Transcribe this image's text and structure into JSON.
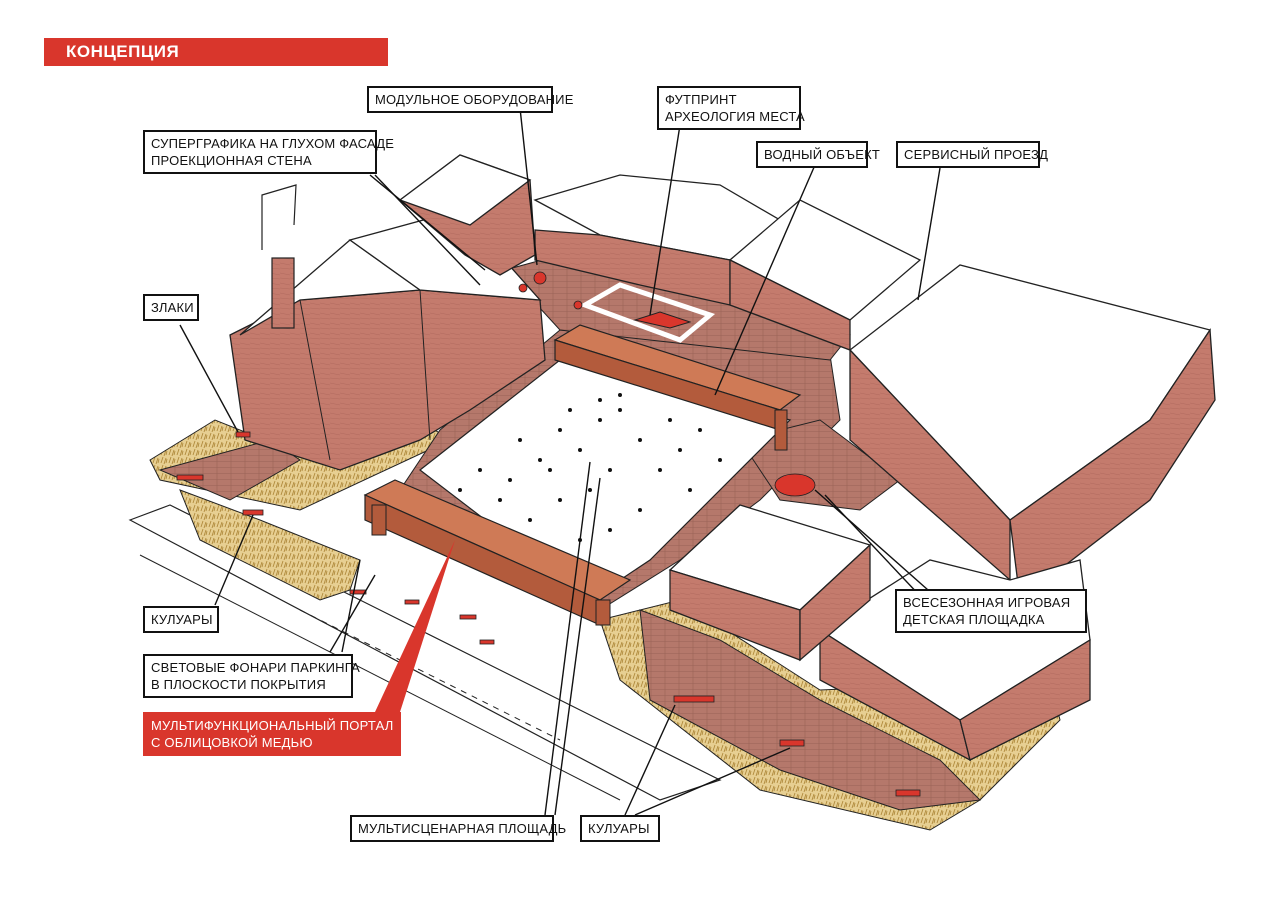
{
  "title": "КОНЦЕПЦИЯ",
  "colors": {
    "accent": "#d9362c",
    "brick": "#c97a6c",
    "brick_dark": "#a85a4e",
    "paving": "#b07468",
    "copper": "#c46a45",
    "grass": "#e2c98a",
    "roof": "#ffffff",
    "outline": "#111111"
  },
  "labels": {
    "modular_equipment": "МОДУЛЬНОЕ ОБОРУДОВАНИЕ",
    "footprint_line1": "ФУТПРИНТ",
    "footprint_line2": "АРХЕОЛОГИЯ МЕСТА",
    "supergraphics_line1": "СУПЕРГРАФИКА НА ГЛУХОМ ФАСАДЕ",
    "supergraphics_line2": "ПРОЕКЦИОННАЯ СТЕНА",
    "water_object": "ВОДНЫЙ ОБЪЕКТ",
    "service_driveway": "СЕРВИСНЫЙ ПРОЕЗД",
    "grasses": "ЗЛАКИ",
    "foyer_left": "КУЛУАРЫ",
    "skylights_line1": "СВЕТОВЫЕ ФОНАРИ ПАРКИНГА",
    "skylights_line2": "В ПЛОСКОСТИ ПОКРЫТИЯ",
    "portal_line1": "МУЛЬТИФУНКЦИОНАЛЬНЫЙ ПОРТАЛ",
    "portal_line2": "С ОБЛИЦОВКОЙ МЕДЬЮ",
    "playground_line1": "ВСЕСЕЗОННАЯ ИГРОВАЯ",
    "playground_line2": "ДЕТСКАЯ ПЛОЩАДКА",
    "multistage_square": "МУЛЬТИСЦЕНАРНАЯ ПЛОЩАДЬ",
    "foyer_bottom": "КУЛУАРЫ"
  }
}
